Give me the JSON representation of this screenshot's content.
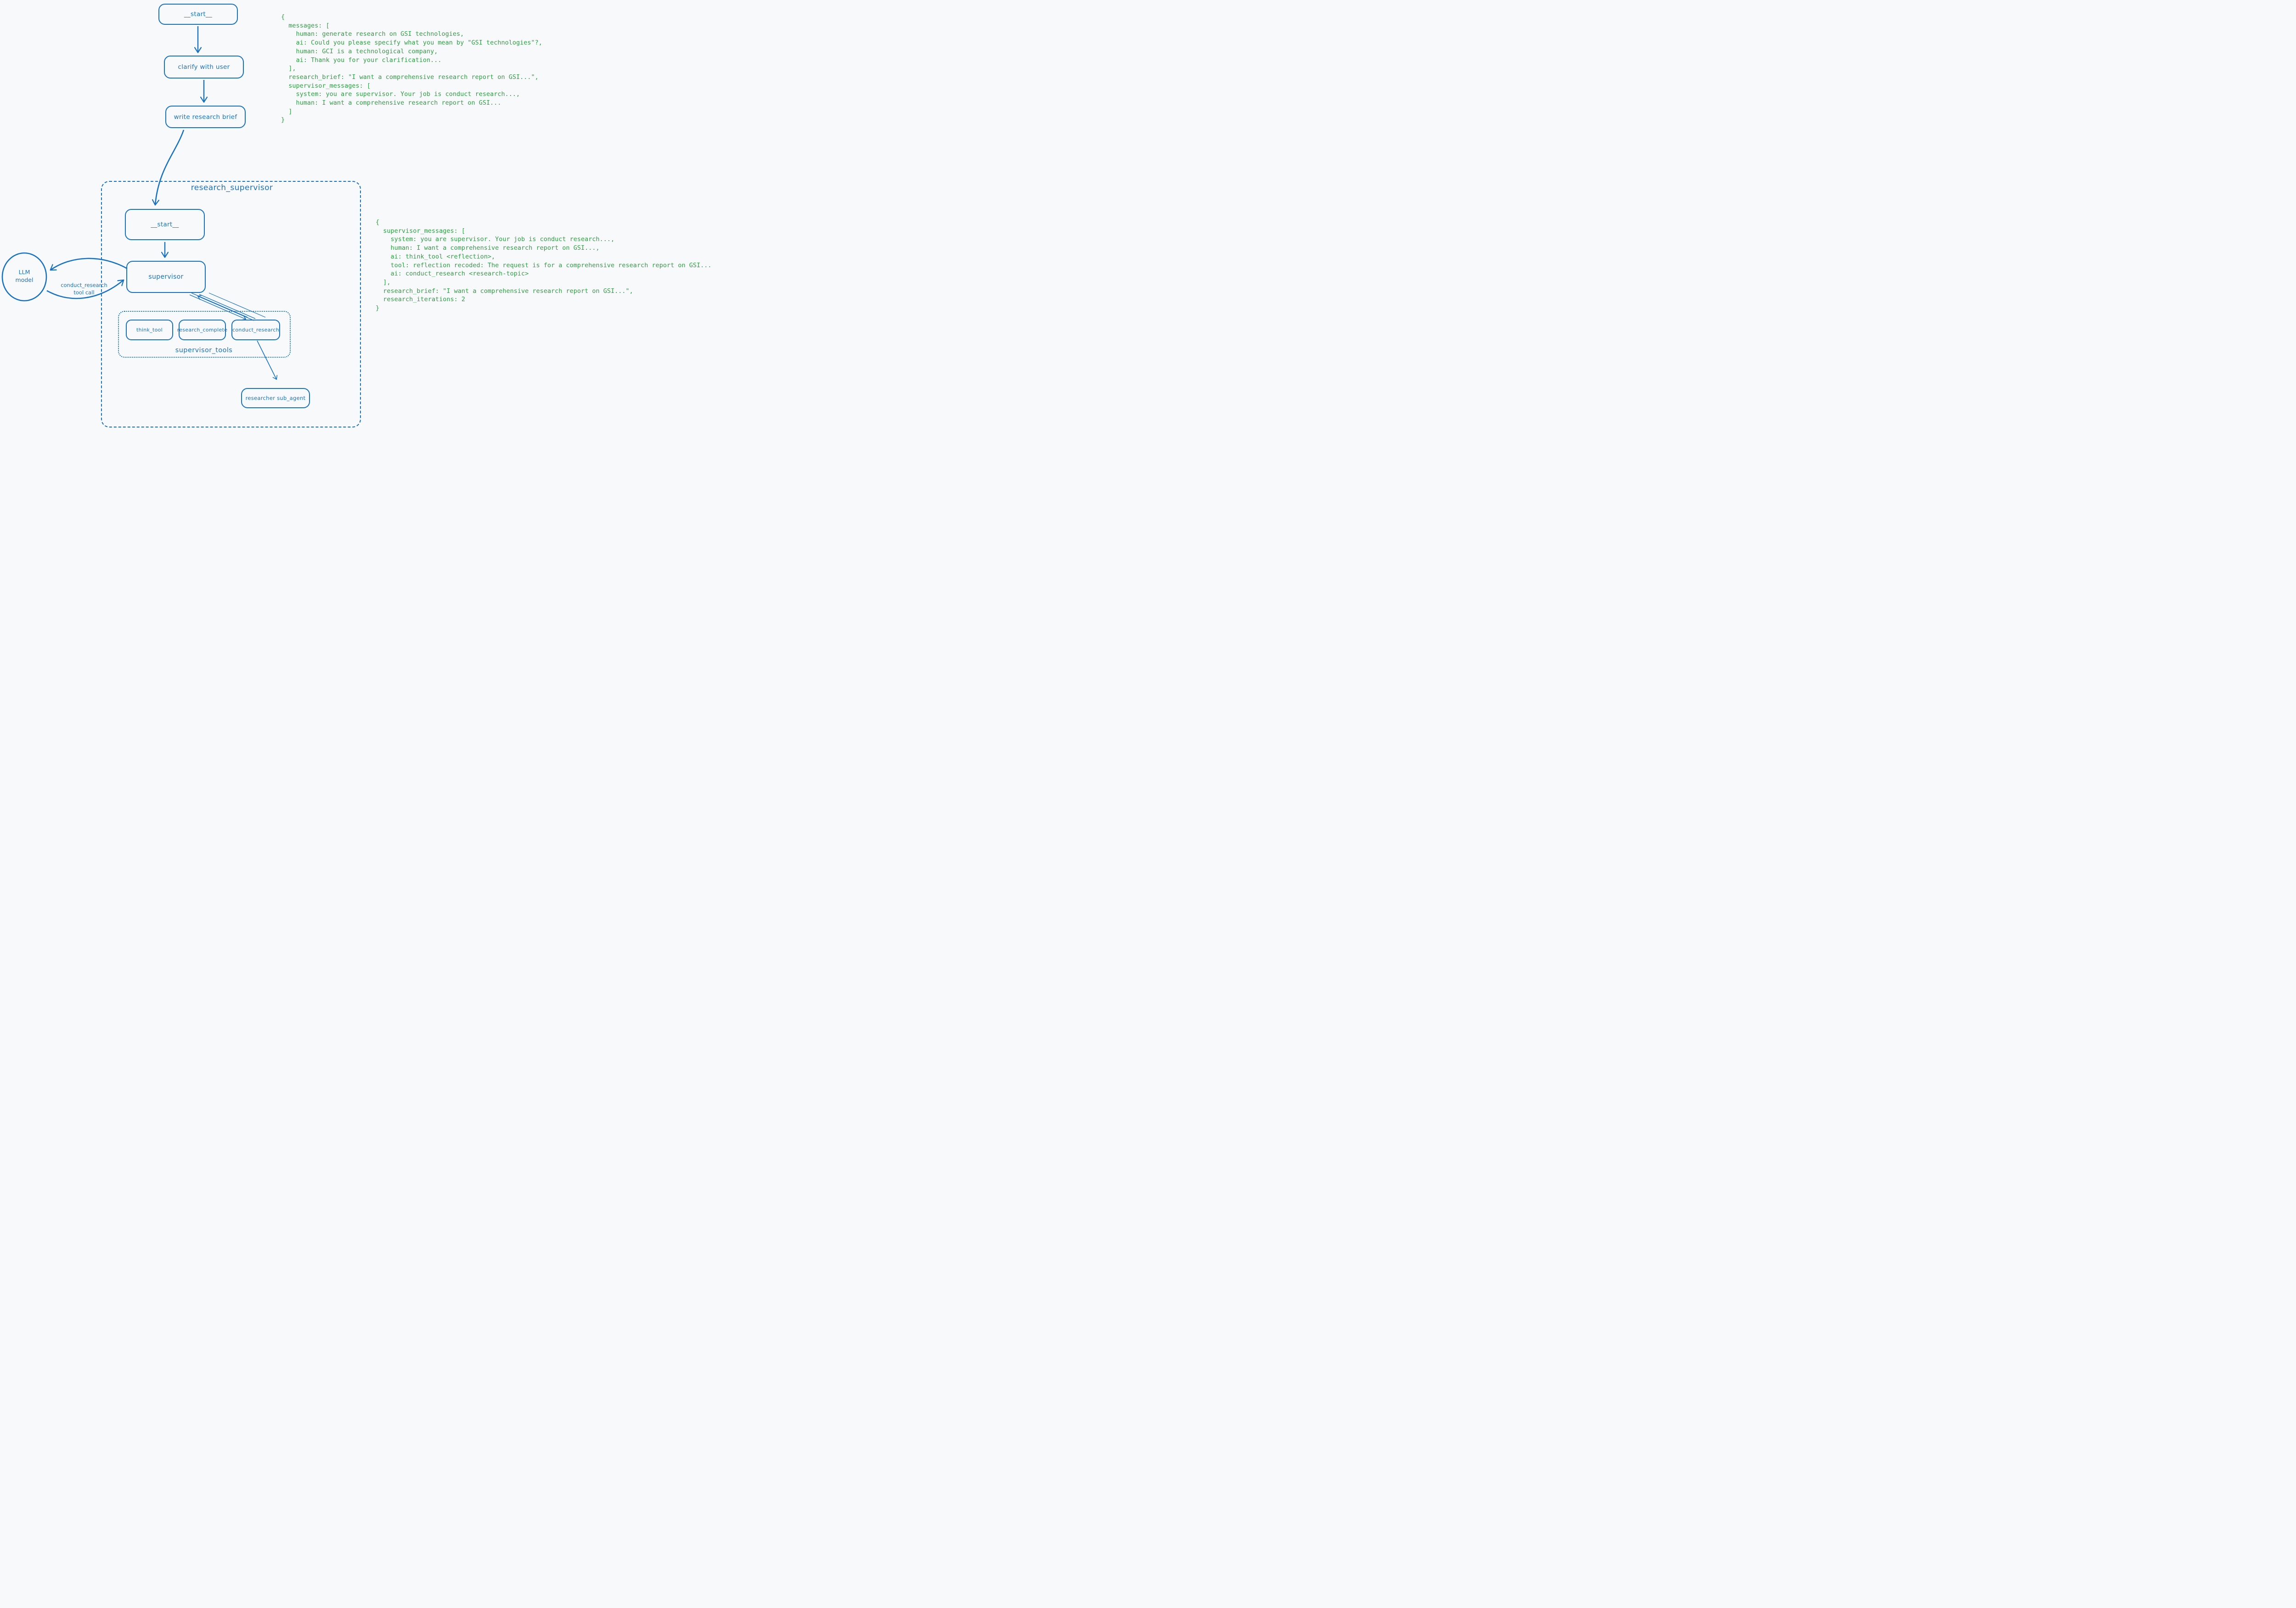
{
  "palette": {
    "background": "#f8f9fa",
    "stroke_blue": "#1971c2",
    "code_green": "#2f9e44"
  },
  "main_flow": {
    "start": "__start__",
    "clarify": "clarify with user",
    "write_brief": "write research brief"
  },
  "llm_node": {
    "line1": "LLM",
    "line2": "model"
  },
  "tool_call_label": {
    "line1": "conduct_research",
    "line2": "tool call"
  },
  "supervisor_group": {
    "title": "research_supervisor",
    "start": "__start__",
    "supervisor": "supervisor",
    "tools_title": "supervisor_tools",
    "tools": [
      "think_tool",
      "research_complete",
      "conduct_research"
    ],
    "sub_agent": "researcher sub_agent"
  },
  "state_snapshot_1": {
    "lines": [
      "{",
      "  messages: [",
      "    human: generate research on GSI technologies,",
      "    ai: Could you please specify what you mean by \"GSI technologies\"?,",
      "    human: GCI is a technological company,",
      "    ai: Thank you for your clarification...",
      "  ],",
      "  research_brief: \"I want a comprehensive research report on GSI...\",",
      "  supervisor_messages: [",
      "    system: you are supervisor. Your job is conduct research...,",
      "    human: I want a comprehensive research report on GSI...",
      "  ]",
      "}"
    ]
  },
  "state_snapshot_2": {
    "lines": [
      "{",
      "  supervisor_messages: [",
      "    system: you are supervisor. Your job is conduct research...,",
      "    human: I want a comprehensive research report on GSI...,",
      "    ai: think_tool <reflection>,",
      "    tool: reflection recoded: The request is for a comprehensive research report on GSI...",
      "    ai: conduct_research <research-topic>",
      "  ],",
      "  research_brief: \"I want a comprehensive research report on GSI...\",",
      "  research_iterations: 2",
      "}"
    ]
  }
}
